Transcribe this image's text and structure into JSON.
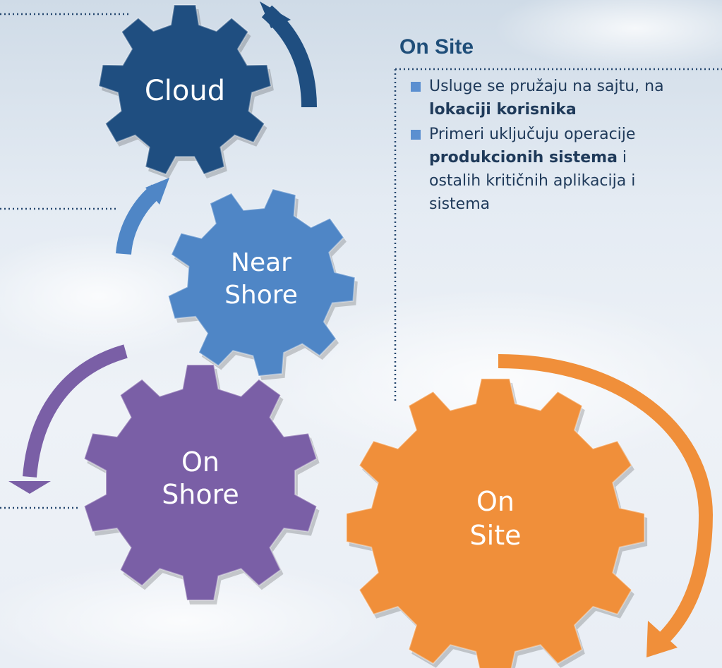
{
  "gears": {
    "cloud": {
      "label": "Cloud",
      "color": "#1f4e80"
    },
    "near_shore": {
      "line1": "Near",
      "line2": "Shore",
      "color": "#4f86c6"
    },
    "on_shore": {
      "line1": "On",
      "line2": "Shore",
      "color": "#7a5fa6"
    },
    "on_site": {
      "line1": "On",
      "line2": "Site",
      "color": "#f08f3a"
    }
  },
  "info": {
    "title": "On Site",
    "bullet1": {
      "text": "Usluge se pružaju na sajtu, na",
      "bold": "lokaciji korisnika"
    },
    "bullet2": {
      "text": " Primeri uključuju operacije",
      "bold": "produkcionih sistema",
      "rest1": " i",
      "rest2": "ostalih kritičnih aplikacija i",
      "rest3": "sistema"
    }
  },
  "colors": {
    "title": "#1f4e79",
    "bullet": "#5b8fd0",
    "dotted": "#24466e"
  }
}
